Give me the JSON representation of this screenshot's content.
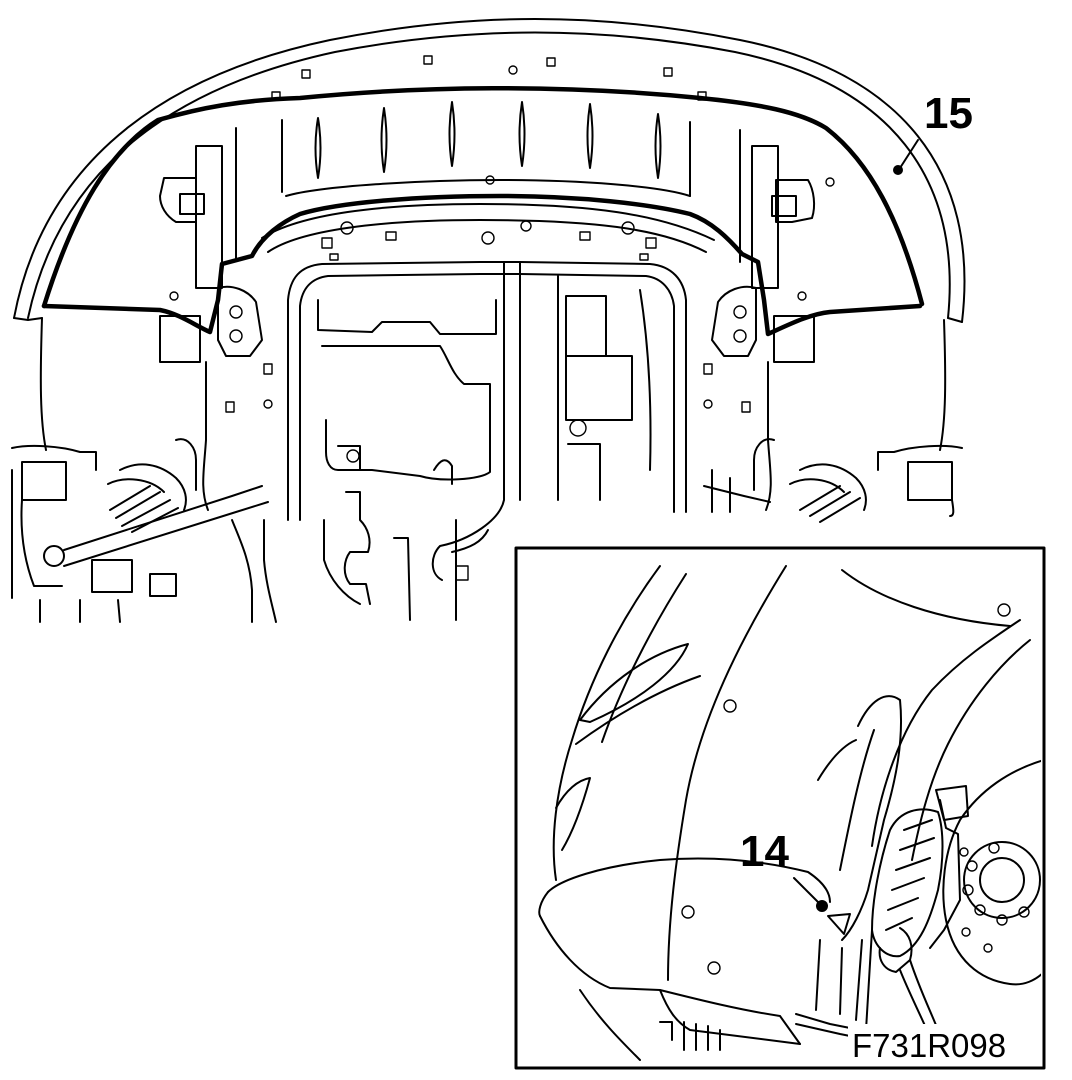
{
  "callouts": {
    "part_15": "15",
    "part_14": "14"
  },
  "figure_code": "F731R098"
}
